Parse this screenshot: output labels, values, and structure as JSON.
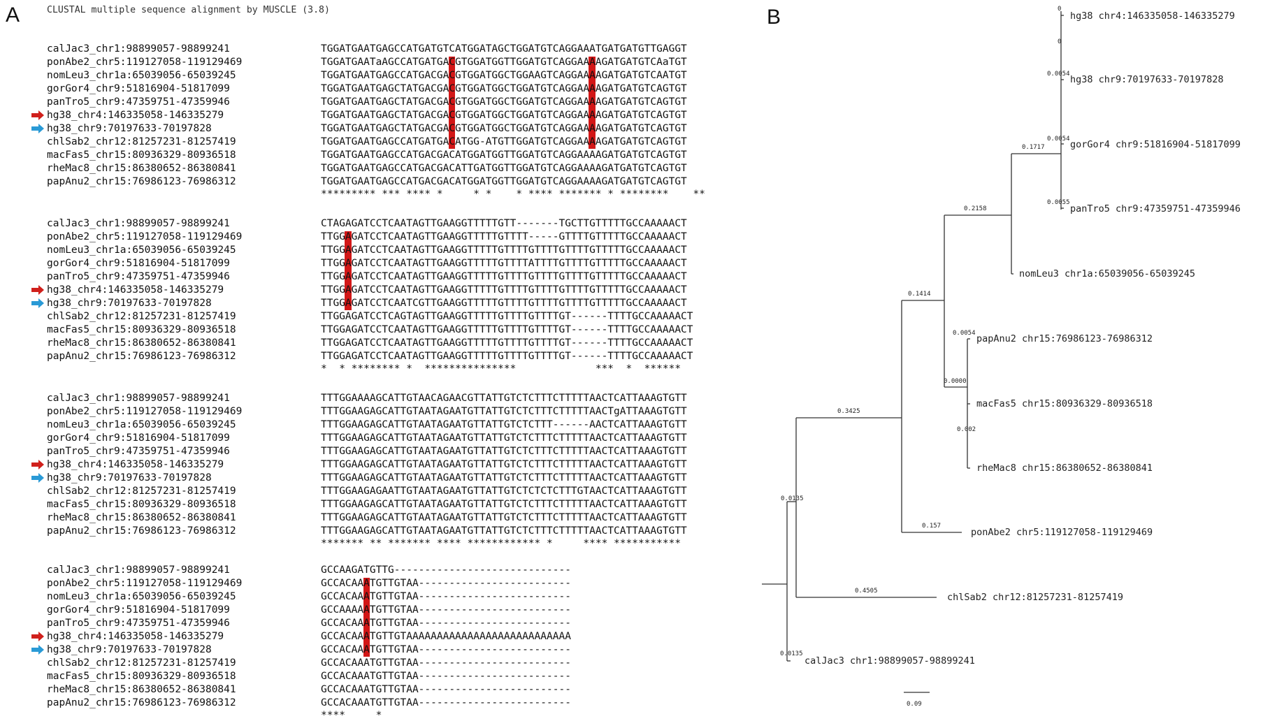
{
  "panel_a_label": "A",
  "panel_b_label": "B",
  "alignment": {
    "header": "CLUSTAL multiple sequence alignment by MUSCLE (3.8)",
    "arrow_colors": {
      "red": "#d0201c",
      "blue": "#2a9ad6"
    },
    "highlight_color": "#d21717",
    "blocks": [
      {
        "rows": [
          {
            "label": "calJac3_chr1:98899057-98899241",
            "seq": "TGGATGAATGAGCCATGATGTCATGGATAGCTGGATGTCAGGAAATGATGATGTTGAGGT"
          },
          {
            "label": "ponAbe2_chr5:119127058-119129469",
            "seq": "TGGATGAATaAGCCATGATGACGTGGATGGTTGGATGTCAGGAAAAGATGATGTCAaTGT"
          },
          {
            "label": "nomLeu3_chr1a:65039056-65039245",
            "seq": "TGGATGAATGAGCCATGACGACGTGGATGGCTGGAAGTCAGGAAAAGATGATGTCAATGT"
          },
          {
            "label": "gorGor4_chr9:51816904-51817099",
            "seq": "TGGATGAATGAGCTATGACGACGTGGATGGCTGGATGTCAGGAAAAGATGATGTCAGTGT"
          },
          {
            "label": "panTro5_chr9:47359751-47359946",
            "seq": "TGGATGAATGAGCTATGACGACGTGGATGGCTGGATGTCAGGAAAAGATGATGTCAGTGT"
          },
          {
            "label": "hg38_chr4:146335058-146335279",
            "seq": "TGGATGAATGAGCTATGACGACGTGGATGGCTGGATGTCAGGAAAAGATGATGTCAGTGT",
            "arrow": "red"
          },
          {
            "label": "hg38_chr9:70197633-70197828",
            "seq": "TGGATGAATGAGCTATGACGACGTGGATGGCTGGATGTCAGGAAAAGATGATGTCAGTGT",
            "arrow": "blue"
          },
          {
            "label": "chlSab2_chr12:81257231-81257419",
            "seq": "TGGATGAATGAGCCATGATGACATGG-ATGTTGGATGTCAGGAAAAGATGATGTCAGTGT"
          },
          {
            "label": "macFas5_chr15:80936329-80936518",
            "seq": "TGGATGAATGAGCCATGACGACATGGATGGTTGGATGTCAGGAAAAGATGATGTCAGTGT"
          },
          {
            "label": "rheMac8_chr15:86380652-86380841",
            "seq": "TGGATGAATGAGCCATGACGACATTGATGGTTGGATGTCAGGAAAAGATGATGTCAGTGT"
          },
          {
            "label": "papAnu2_chr15:76986123-76986312",
            "seq": "TGGATGAATGAGCCATGACGACATGGATGGTTGGATGTCAGGAAAAGATGATGTCAGTGT"
          }
        ],
        "consensus": "********* *** **** *     * *    * **** ******* * ********    **"
      },
      {
        "rows": [
          {
            "label": "calJac3_chr1:98899057-98899241",
            "seq": "CTAGAGATCCTCAATAGTTGAAGGTTTTTGTT-------TGCTTGTTTTTGCCAAAAACT"
          },
          {
            "label": "ponAbe2_chr5:119127058-119129469",
            "seq": "TTGGAGATCCTCAATAGTTGAAGGTTTTTGTTTT-----GTTTTGTTTTTGCCAAAAACT"
          },
          {
            "label": "nomLeu3_chr1a:65039056-65039245",
            "seq": "TTGGAGATCCTCAATAGTTGAAGGTTTTTGTTTTGTTTTGTTTTGTTTTTGCCAAAAACT"
          },
          {
            "label": "gorGor4_chr9:51816904-51817099",
            "seq": "TTGGAGATCCTCAATAGTTGAAGGTTTTTGTTTTATTTTGTTTTGTTTTTGCCAAAAACT"
          },
          {
            "label": "panTro5_chr9:47359751-47359946",
            "seq": "TTGGAGATCCTCAATAGTTGAAGGTTTTTGTTTTGTTTTGTTTTGTTTTTGCCAAAAACT"
          },
          {
            "label": "hg38_chr4:146335058-146335279",
            "seq": "TTGGAGATCCTCAATAGTTGAAGGTTTTTGTTTTGTTTTGTTTTGTTTTTGCCAAAAACT",
            "arrow": "red"
          },
          {
            "label": "hg38_chr9:70197633-70197828",
            "seq": "TTGGAGATCCTCAATCGTTGAAGGTTTTTGTTTTGTTTTGTTTTGTTTTTGCCAAAAACT",
            "arrow": "blue"
          },
          {
            "label": "chlSab2_chr12:81257231-81257419",
            "seq": "TTGGAGATCCTCAGTAGTTGAAGGTTTTTGTTTTGTTTTGT------TTTTGCCAAAAACT"
          },
          {
            "label": "macFas5_chr15:80936329-80936518",
            "seq": "TTGGAGATCCTCAATAGTTGAAGGTTTTTGTTTTGTTTTGT------TTTTGCCAAAAACT"
          },
          {
            "label": "rheMac8_chr15:86380652-86380841",
            "seq": "TTGGAGATCCTCAATAGTTGAAGGTTTTTGTTTTGTTTTGT------TTTTGCCAAAAACT"
          },
          {
            "label": "papAnu2_chr15:76986123-76986312",
            "seq": "TTGGAGATCCTCAATAGTTGAAGGTTTTTGTTTTGTTTTGT------TTTTGCCAAAAACT"
          }
        ],
        "consensus": "*  * ******** *  ***************             ***  *  ******"
      },
      {
        "rows": [
          {
            "label": "calJac3_chr1:98899057-98899241",
            "seq": "TTTGGAAAAGCATTGTAACAGAACGTTATTGTCTCTTTCTTTTTAACTCATTAAAGTGTT"
          },
          {
            "label": "ponAbe2_chr5:119127058-119129469",
            "seq": "TTTGGAAGAGCATTGTAATAGAATGTTATTGTCTCTTTCTTTTTAACTgATTAAAGTGTT"
          },
          {
            "label": "nomLeu3_chr1a:65039056-65039245",
            "seq": "TTTGGAAGAGCATTGTAATAGAATGTTATTGTCTCTTT------AACTCATTAAAGTGTT"
          },
          {
            "label": "gorGor4_chr9:51816904-51817099",
            "seq": "TTTGGAAGAGCATTGTAATAGAATGTTATTGTCTCTTTCTTTTTAACTCATTAAAGTGTT"
          },
          {
            "label": "panTro5_chr9:47359751-47359946",
            "seq": "TTTGGAAGAGCATTGTAATAGAATGTTATTGTCTCTTTCTTTTTAACTCATTAAAGTGTT"
          },
          {
            "label": "hg38_chr4:146335058-146335279",
            "seq": "TTTGGAAGAGCATTGTAATAGAATGTTATTGTCTCTTTCTTTTTAACTCATTAAAGTGTT",
            "arrow": "red"
          },
          {
            "label": "hg38_chr9:70197633-70197828",
            "seq": "TTTGGAAGAGCATTGTAATAGAATGTTATTGTCTCTTTCTTTTTAACTCATTAAAGTGTT",
            "arrow": "blue"
          },
          {
            "label": "chlSab2_chr12:81257231-81257419",
            "seq": "TTTGGAAGAGAATTGTAATAGAATGTTATTGTCTCTCTCTTTGTAACTCATTAAAGTGTT"
          },
          {
            "label": "macFas5_chr15:80936329-80936518",
            "seq": "TTTGGAAGAGCATTGTAATAGAATGTTATTGTCTCTTTCTTTTTAACTCATTAAAGTGTT"
          },
          {
            "label": "rheMac8_chr15:86380652-86380841",
            "seq": "TTTGGAAGAGCATTGTAATAGAATGTTATTGTCTCTTTCTTTTTAACTCATTAAAGTGTT"
          },
          {
            "label": "papAnu2_chr15:76986123-76986312",
            "seq": "TTTGGAAGAGCATTGTAATAGAATGTTATTGTCTCTTTCTTTTTAACTCATTAAAGTGTT"
          }
        ],
        "consensus": "******* ** ******* **** ************ *     **** ***********"
      },
      {
        "rows": [
          {
            "label": "calJac3_chr1:98899057-98899241",
            "seq": "GCCAAGATGTTG-----------------------------"
          },
          {
            "label": "ponAbe2_chr5:119127058-119129469",
            "seq": "GCCACAAATGTTGTAA-------------------------"
          },
          {
            "label": "nomLeu3_chr1a:65039056-65039245",
            "seq": "GCCACAAATGTTGTAA-------------------------"
          },
          {
            "label": "gorGor4_chr9:51816904-51817099",
            "seq": "GCCAAAAATGTTGTAA-------------------------"
          },
          {
            "label": "panTro5_chr9:47359751-47359946",
            "seq": "GCCACAAATGTTGTAA-------------------------"
          },
          {
            "label": "hg38_chr4:146335058-146335279",
            "seq": "GCCACAAATGTTGTAAAAAAAAAAAAAAAAAAAAAAAAAAA",
            "arrow": "red"
          },
          {
            "label": "hg38_chr9:70197633-70197828",
            "seq": "GCCACAAATGTTGTAA-------------------------",
            "arrow": "blue"
          },
          {
            "label": "chlSab2_chr12:81257231-81257419",
            "seq": "GCCACAAATGTTGTAA-------------------------"
          },
          {
            "label": "macFas5_chr15:80936329-80936518",
            "seq": "GCCACAAATGTTGTAA-------------------------"
          },
          {
            "label": "rheMac8_chr15:86380652-86380841",
            "seq": "GCCACAAATGTTGTAA-------------------------"
          },
          {
            "label": "papAnu2_chr15:76986123-76986312",
            "seq": "GCCACAAATGTTGTAA-------------------------"
          }
        ],
        "consensus": "****     *"
      }
    ]
  },
  "tree": {
    "scale_label": "0.09",
    "leaves": [
      {
        "id": "hg38_chr4",
        "label": "hg38 chr4:146335058-146335279"
      },
      {
        "id": "hg38_chr9",
        "label": "hg38 chr9:70197633-70197828"
      },
      {
        "id": "gorGor4",
        "label": "gorGor4 chr9:51816904-51817099"
      },
      {
        "id": "panTro5",
        "label": "panTro5 chr9:47359751-47359946"
      },
      {
        "id": "nomLeu3",
        "label": "nomLeu3 chr1a:65039056-65039245"
      },
      {
        "id": "papAnu2",
        "label": "papAnu2 chr15:76986123-76986312"
      },
      {
        "id": "macFas5",
        "label": "macFas5 chr15:80936329-80936518"
      },
      {
        "id": "rheMac8",
        "label": "rheMac8 chr15:86380652-86380841"
      },
      {
        "id": "ponAbe2",
        "label": "ponAbe2 chr5:119127058-119129469"
      },
      {
        "id": "chlSab2",
        "label": "chlSab2 chr12:81257231-81257419"
      },
      {
        "id": "calJac3",
        "label": "calJac3 chr1:98899057-98899241"
      }
    ],
    "branch_lengths": {
      "hg38_chr4": "0",
      "hg38_chr4_b": "0",
      "hg38_chr9": "0.0054",
      "gorGor4": "0.0054",
      "panTro5": "0.0055",
      "great_ape_clade": "0.1717",
      "hominoid_clade": "0.2158",
      "catarrhine_inner": "0.1414",
      "papAnu2": "0.0054",
      "macaque_clade": "0.0000",
      "rheMac8": "0.002",
      "catarrhine_clade": "0.3425",
      "ponAbe2": "0.157",
      "root_upper": "0.0135",
      "chlSab2": "0.4505",
      "calJac3": "0.0135"
    }
  }
}
